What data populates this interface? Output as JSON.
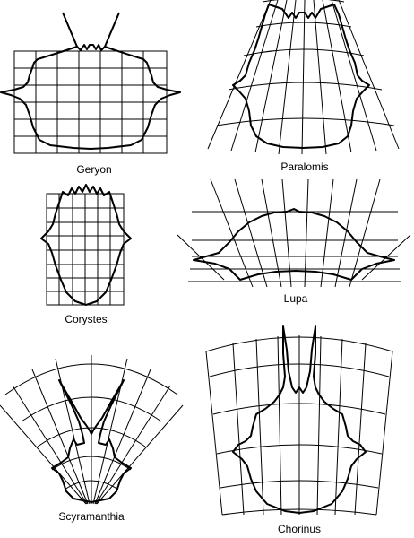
{
  "panels": [
    {
      "id": "geryon",
      "label": "Geryon"
    },
    {
      "id": "paralomis",
      "label": "Paralomis"
    },
    {
      "id": "corystes",
      "label": "Corystes"
    },
    {
      "id": "lupa",
      "label": "Lupa"
    },
    {
      "id": "scyramanthia",
      "label": "Scyramanthia"
    },
    {
      "id": "chorinus",
      "label": "Chorinus"
    }
  ]
}
